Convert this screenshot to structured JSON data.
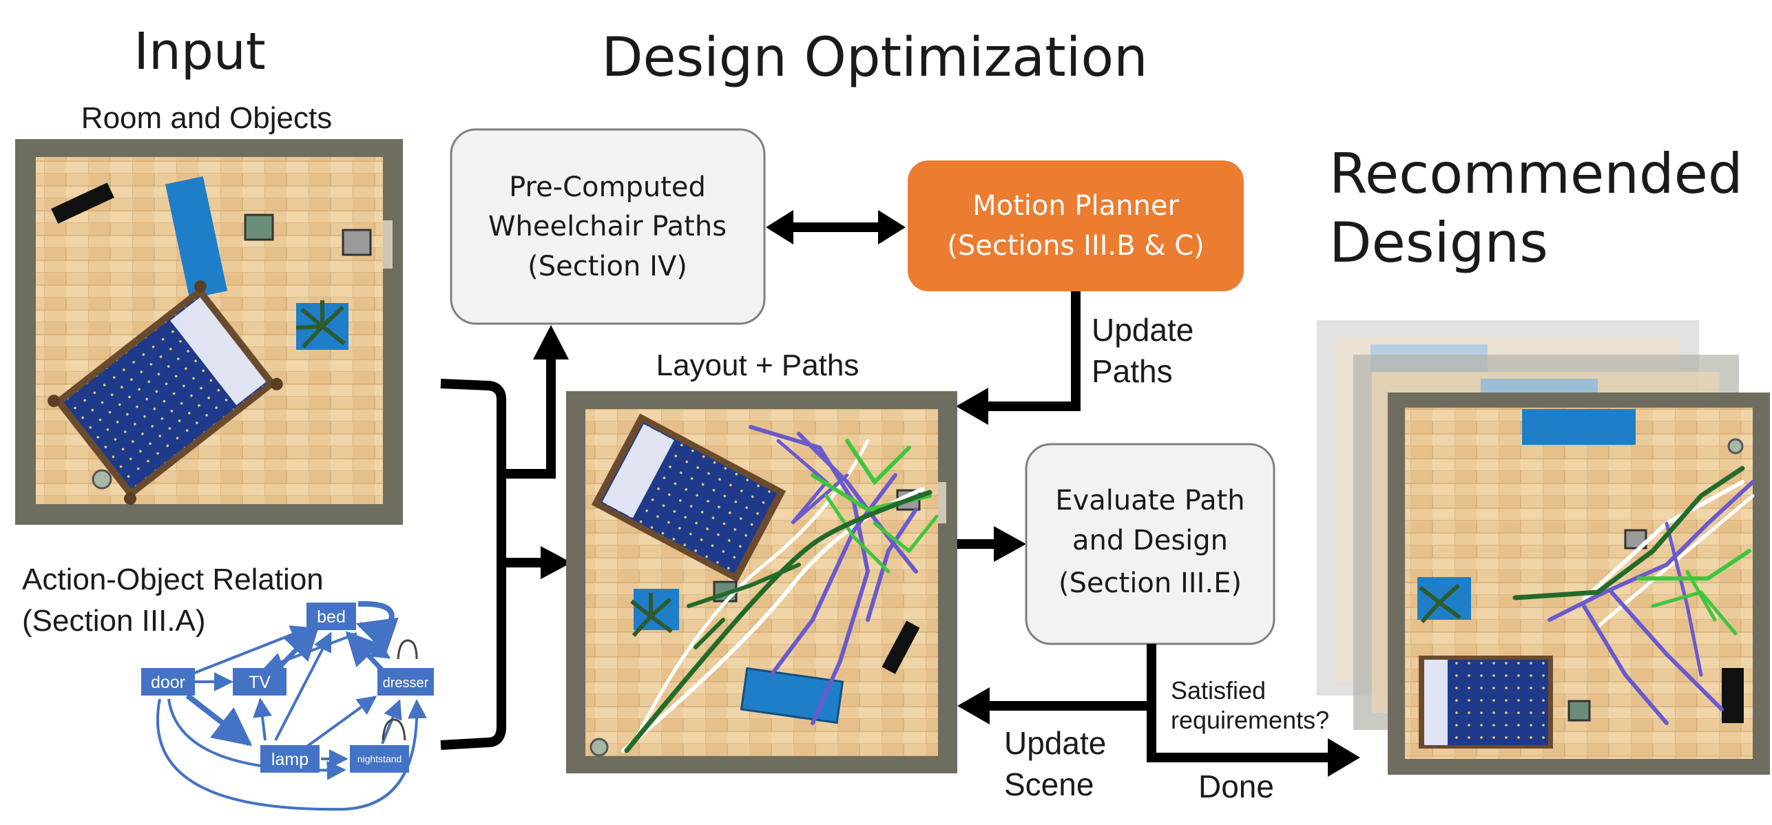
{
  "headings": {
    "input": "Input",
    "design_optimization": "Design Optimization",
    "recommended_line1": "Recommended",
    "recommended_line2": "Designs"
  },
  "input": {
    "room_caption": "Room and Objects",
    "relation_title_line1": "Action-Object Relation",
    "relation_title_line2": "(Section III.A)"
  },
  "graph_nodes": {
    "bed": "bed",
    "door": "door",
    "tv": "TV",
    "dresser": "dresser",
    "lamp": "lamp",
    "nightstand": "nightstand"
  },
  "boxes": {
    "precomputed": [
      "Pre-Computed",
      "Wheelchair Paths",
      "(Section IV)"
    ],
    "motion_planner": [
      "Motion Planner",
      "(Sections III.B & C)"
    ],
    "evaluate": [
      "Evaluate Path",
      "and Design",
      "(Section III.E)"
    ]
  },
  "labels": {
    "layout_paths": "Layout + Paths",
    "update_paths": [
      "Update",
      "Paths"
    ],
    "update_scene": [
      "Update",
      "Scene"
    ],
    "satisfied": [
      "Satisfied",
      "requirements?"
    ],
    "done": "Done"
  },
  "colors": {
    "accent_orange": "#ec7c30",
    "box_gray": "#f2f2f2",
    "node_blue": "#4472c4",
    "room_wall": "#6e6d5f",
    "floor": "#e9c896",
    "bed_blue": "#1f3a8a",
    "furniture_blue": "#1e7fc8",
    "path_purple": "#6a5acd",
    "path_green": "#3ec63e",
    "path_dark_green": "#236b2a"
  }
}
